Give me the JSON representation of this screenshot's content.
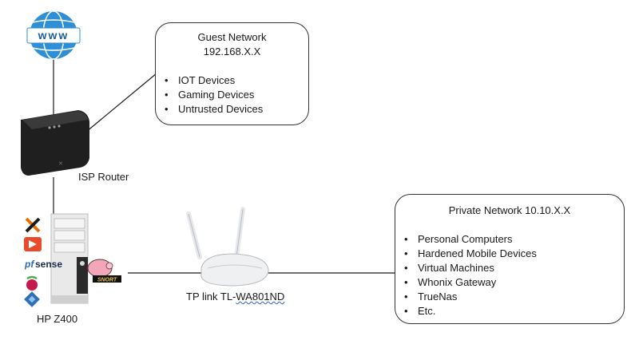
{
  "devices": {
    "isp_router_label": "ISP Router",
    "hp_label": "HP Z400",
    "ap_label_prefix": "TP link TL-",
    "ap_label_model": "WA801ND",
    "globe_text": "www",
    "snort_text": "SNORT",
    "pfsense_text": "sense",
    "pfsense_prefix": "pf"
  },
  "guest_network": {
    "title_line1": "Guest Network",
    "title_line2": "192.168.X.X",
    "items": [
      "IOT Devices",
      "Gaming Devices",
      "Untrusted Devices"
    ]
  },
  "private_network": {
    "title": "Private Network 10.10.X.X",
    "items": [
      "Personal Computers",
      "Hardened Mobile Devices",
      "Virtual Machines",
      "Whonix Gateway",
      "TrueNas",
      "Etc."
    ]
  },
  "colors": {
    "line": "#1a1a1a",
    "globe_blue": "#2e8fd6",
    "router_black": "#1f1f1f",
    "ap_white": "#eef0f2",
    "hp_case": "#e9e9e9"
  }
}
